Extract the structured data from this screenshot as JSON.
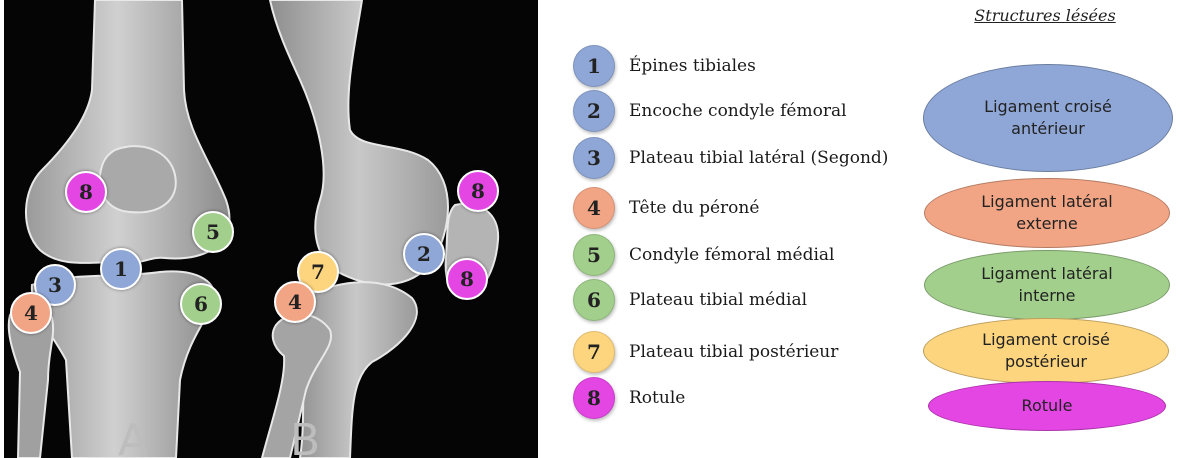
{
  "colors": {
    "blue": "#8fa7d6",
    "orange": "#f2a585",
    "green": "#a2cf8c",
    "yellow": "#fdd57e",
    "magenta": "#e446e4",
    "background": "#000000"
  },
  "xray": {
    "view_a": "A",
    "view_b": "B"
  },
  "markers": [
    {
      "label": "8",
      "color": "magenta"
    },
    {
      "label": "5",
      "color": "green"
    },
    {
      "label": "1",
      "color": "blue"
    },
    {
      "label": "3",
      "color": "blue"
    },
    {
      "label": "4",
      "color": "orange"
    },
    {
      "label": "6",
      "color": "green"
    },
    {
      "label": "7",
      "color": "yellow"
    },
    {
      "label": "4",
      "color": "orange"
    },
    {
      "label": "2",
      "color": "blue"
    },
    {
      "label": "8",
      "color": "magenta"
    },
    {
      "label": "8",
      "color": "magenta"
    }
  ],
  "legend": [
    {
      "num": "1",
      "label": "Épines tibiales",
      "color": "blue"
    },
    {
      "num": "2",
      "label": "Encoche condyle fémoral",
      "color": "blue"
    },
    {
      "num": "3",
      "label": "Plateau tibial latéral (Segond)",
      "color": "blue"
    },
    {
      "num": "4",
      "label": "Tête du péroné",
      "color": "orange"
    },
    {
      "num": "5",
      "label": "Condyle fémoral médial",
      "color": "green"
    },
    {
      "num": "6",
      "label": "Plateau tibial médial",
      "color": "green"
    },
    {
      "num": "7",
      "label": "Plateau tibial postérieur",
      "color": "yellow"
    },
    {
      "num": "8",
      "label": "Rotule",
      "color": "magenta"
    }
  ],
  "structures": {
    "title": "Structures lésées",
    "items": [
      {
        "line1": "Ligament croisé",
        "line2": "antérieur",
        "color": "blue"
      },
      {
        "line1": "Ligament latéral",
        "line2": "externe",
        "color": "orange"
      },
      {
        "line1": "Ligament latéral",
        "line2": "interne",
        "color": "green"
      },
      {
        "line1": "Ligament croisé",
        "line2": "postérieur",
        "color": "yellow"
      },
      {
        "line1": "Rotule",
        "line2": "",
        "color": "magenta"
      }
    ]
  }
}
